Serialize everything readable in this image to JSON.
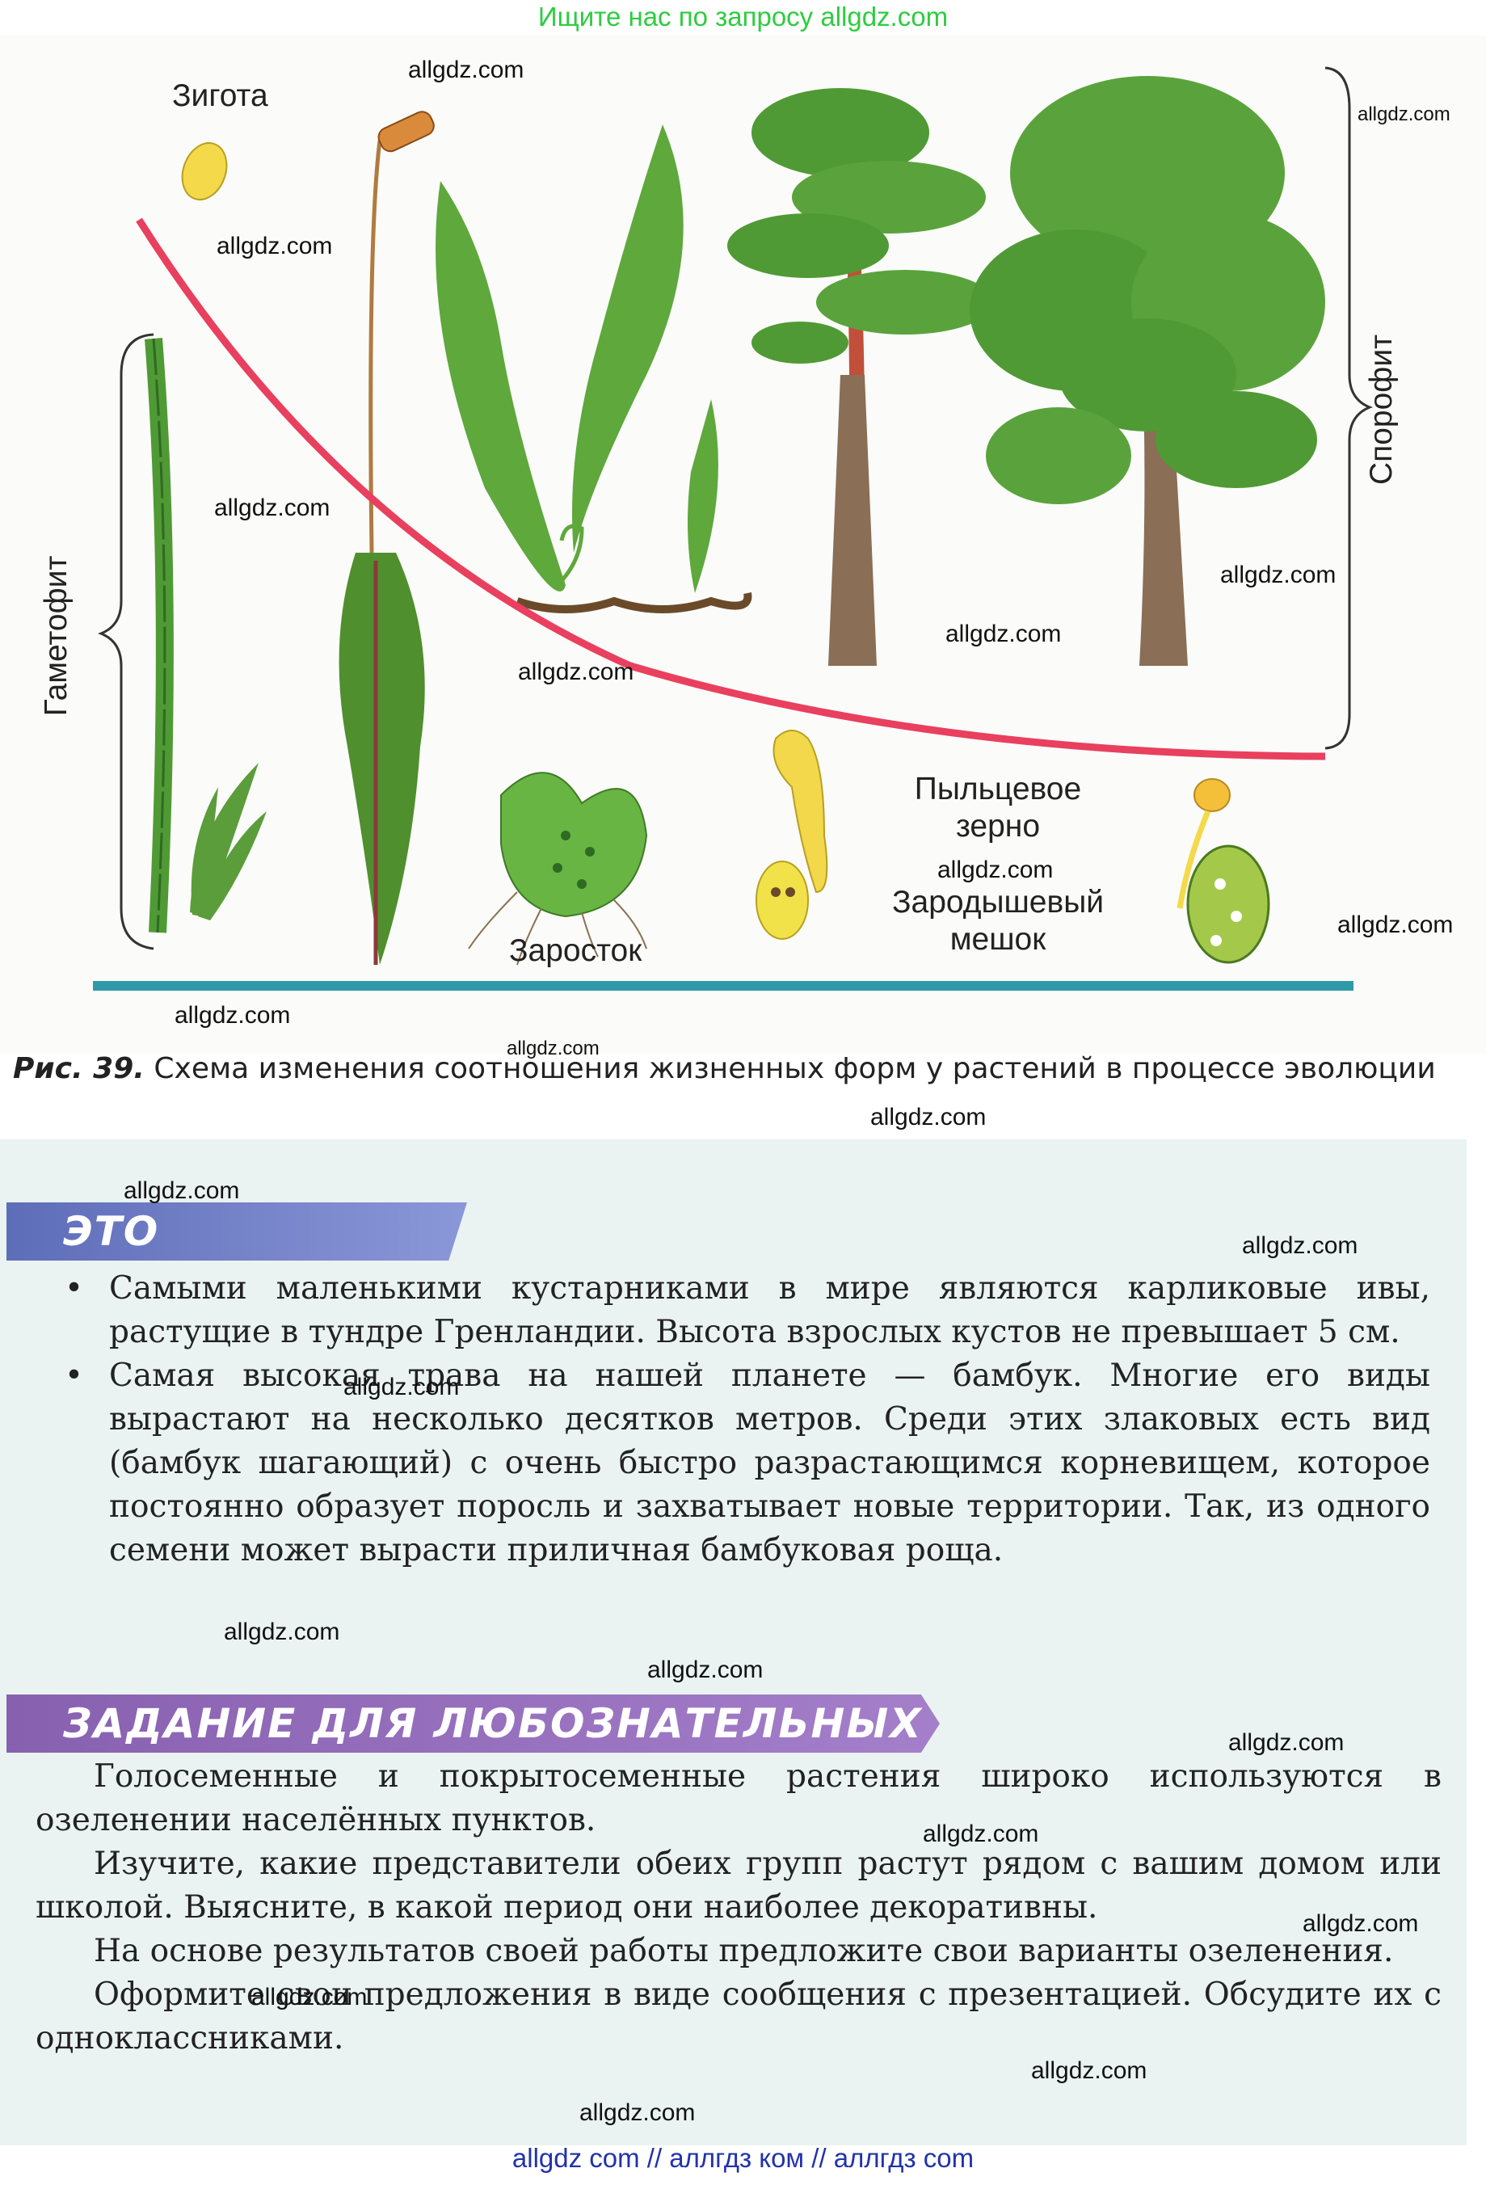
{
  "header": {
    "search_link": "Ищите нас по запросу allgdz.com"
  },
  "figure": {
    "labels": {
      "zygote": "Зигота",
      "gametophyte": "Гаметофит",
      "sporophyte": "Спорофит",
      "prothallus": "Заросток",
      "pollen_grain": "Пыльцевое зерно",
      "embryo_sac": "Зародышевый мешок"
    },
    "colors": {
      "curve": "#e8405e",
      "baseline": "#2f9aa8",
      "plant_green": "#4f9a34",
      "trunk": "#8a6e56"
    }
  },
  "caption": {
    "number": "Рис. 39.",
    "text": " Схема изменения соотношения жизненных форм у растений в процессе эволюции"
  },
  "interesting": {
    "title": "ЭТО ИНТЕРЕСНО",
    "items": [
      {
        "bullet": "•",
        "text": "Самыми маленькими кустарниками в мире являются карликовые ивы, растущие в тундре Гренландии. Высота взрослых кустов не превышает 5 см."
      },
      {
        "bullet": "•",
        "text": "Самая высокая трава на нашей планете — бамбук. Многие его виды вырастают на несколько десятков метров. Среди этих злаковых есть вид (бамбук шагающий) с очень быстро разрастающимся корневищем, которое постоянно образует поросль и захватывает новые территории. Так, из одного семени может вырасти приличная бамбуковая роща."
      }
    ]
  },
  "task": {
    "title": "ЗАДАНИЕ ДЛЯ ЛЮБОЗНАТЕЛЬНЫХ",
    "paragraphs": [
      "Голосеменные и покрытосеменные растения широко используются в озеленении населённых пунктов.",
      "Изучите, какие представители обеих групп растут рядом с вашим домом или школой. Выясните, в какой период они наиболее декоративны.",
      "На основе результатов своей работы предложите свои варианты озеленения.",
      "Оформите свои предложения в виде сообщения с презентацией. Обсудите их с одноклассниками."
    ]
  },
  "watermark": "allgdz.com",
  "footer": {
    "text": "allgdz com  //  аллгдз ком  //  аллгдз com"
  }
}
